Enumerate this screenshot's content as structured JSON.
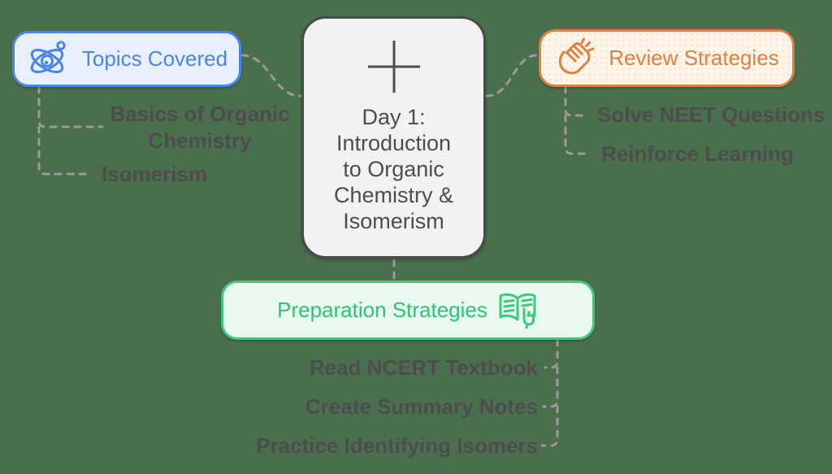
{
  "canvas": {
    "background_color": "#4a6f4d",
    "connector_color": "#9b9b9b",
    "text_color": "#4d4d4d"
  },
  "center_node": {
    "icon": "plus-icon",
    "title_full": "Day 1: Introduction to Organic Chemistry & Isomerism",
    "lines": [
      "Day 1:",
      "Introduction",
      "to Organic",
      "Chemistry &",
      "Isomerism"
    ],
    "fill": "#f2f2f2",
    "border_color": "#4a4a4a"
  },
  "branches": [
    {
      "id": "topics",
      "label": "Topics Covered",
      "icon": "atom-icon",
      "accent_color": "#4a85e9",
      "fill": "#e9f0fd",
      "items": [
        "Basics of Organic Chemistry",
        "Isomerism"
      ]
    },
    {
      "id": "review",
      "label": "Review Strategies",
      "icon": "clapping-hands-icon",
      "accent_color": "#dd8040",
      "fill": "#fdf5ea",
      "items": [
        "Solve NEET Questions",
        "Reinforce Learning"
      ]
    },
    {
      "id": "prep",
      "label": "Preparation Strategies",
      "icon": "open-book-hand-icon",
      "accent_color": "#3bcb7c",
      "fill": "#e9f9f0",
      "items": [
        "Read NCERT Textbook",
        "Create Summary Notes",
        "Practice Identifying Isomers"
      ]
    }
  ]
}
